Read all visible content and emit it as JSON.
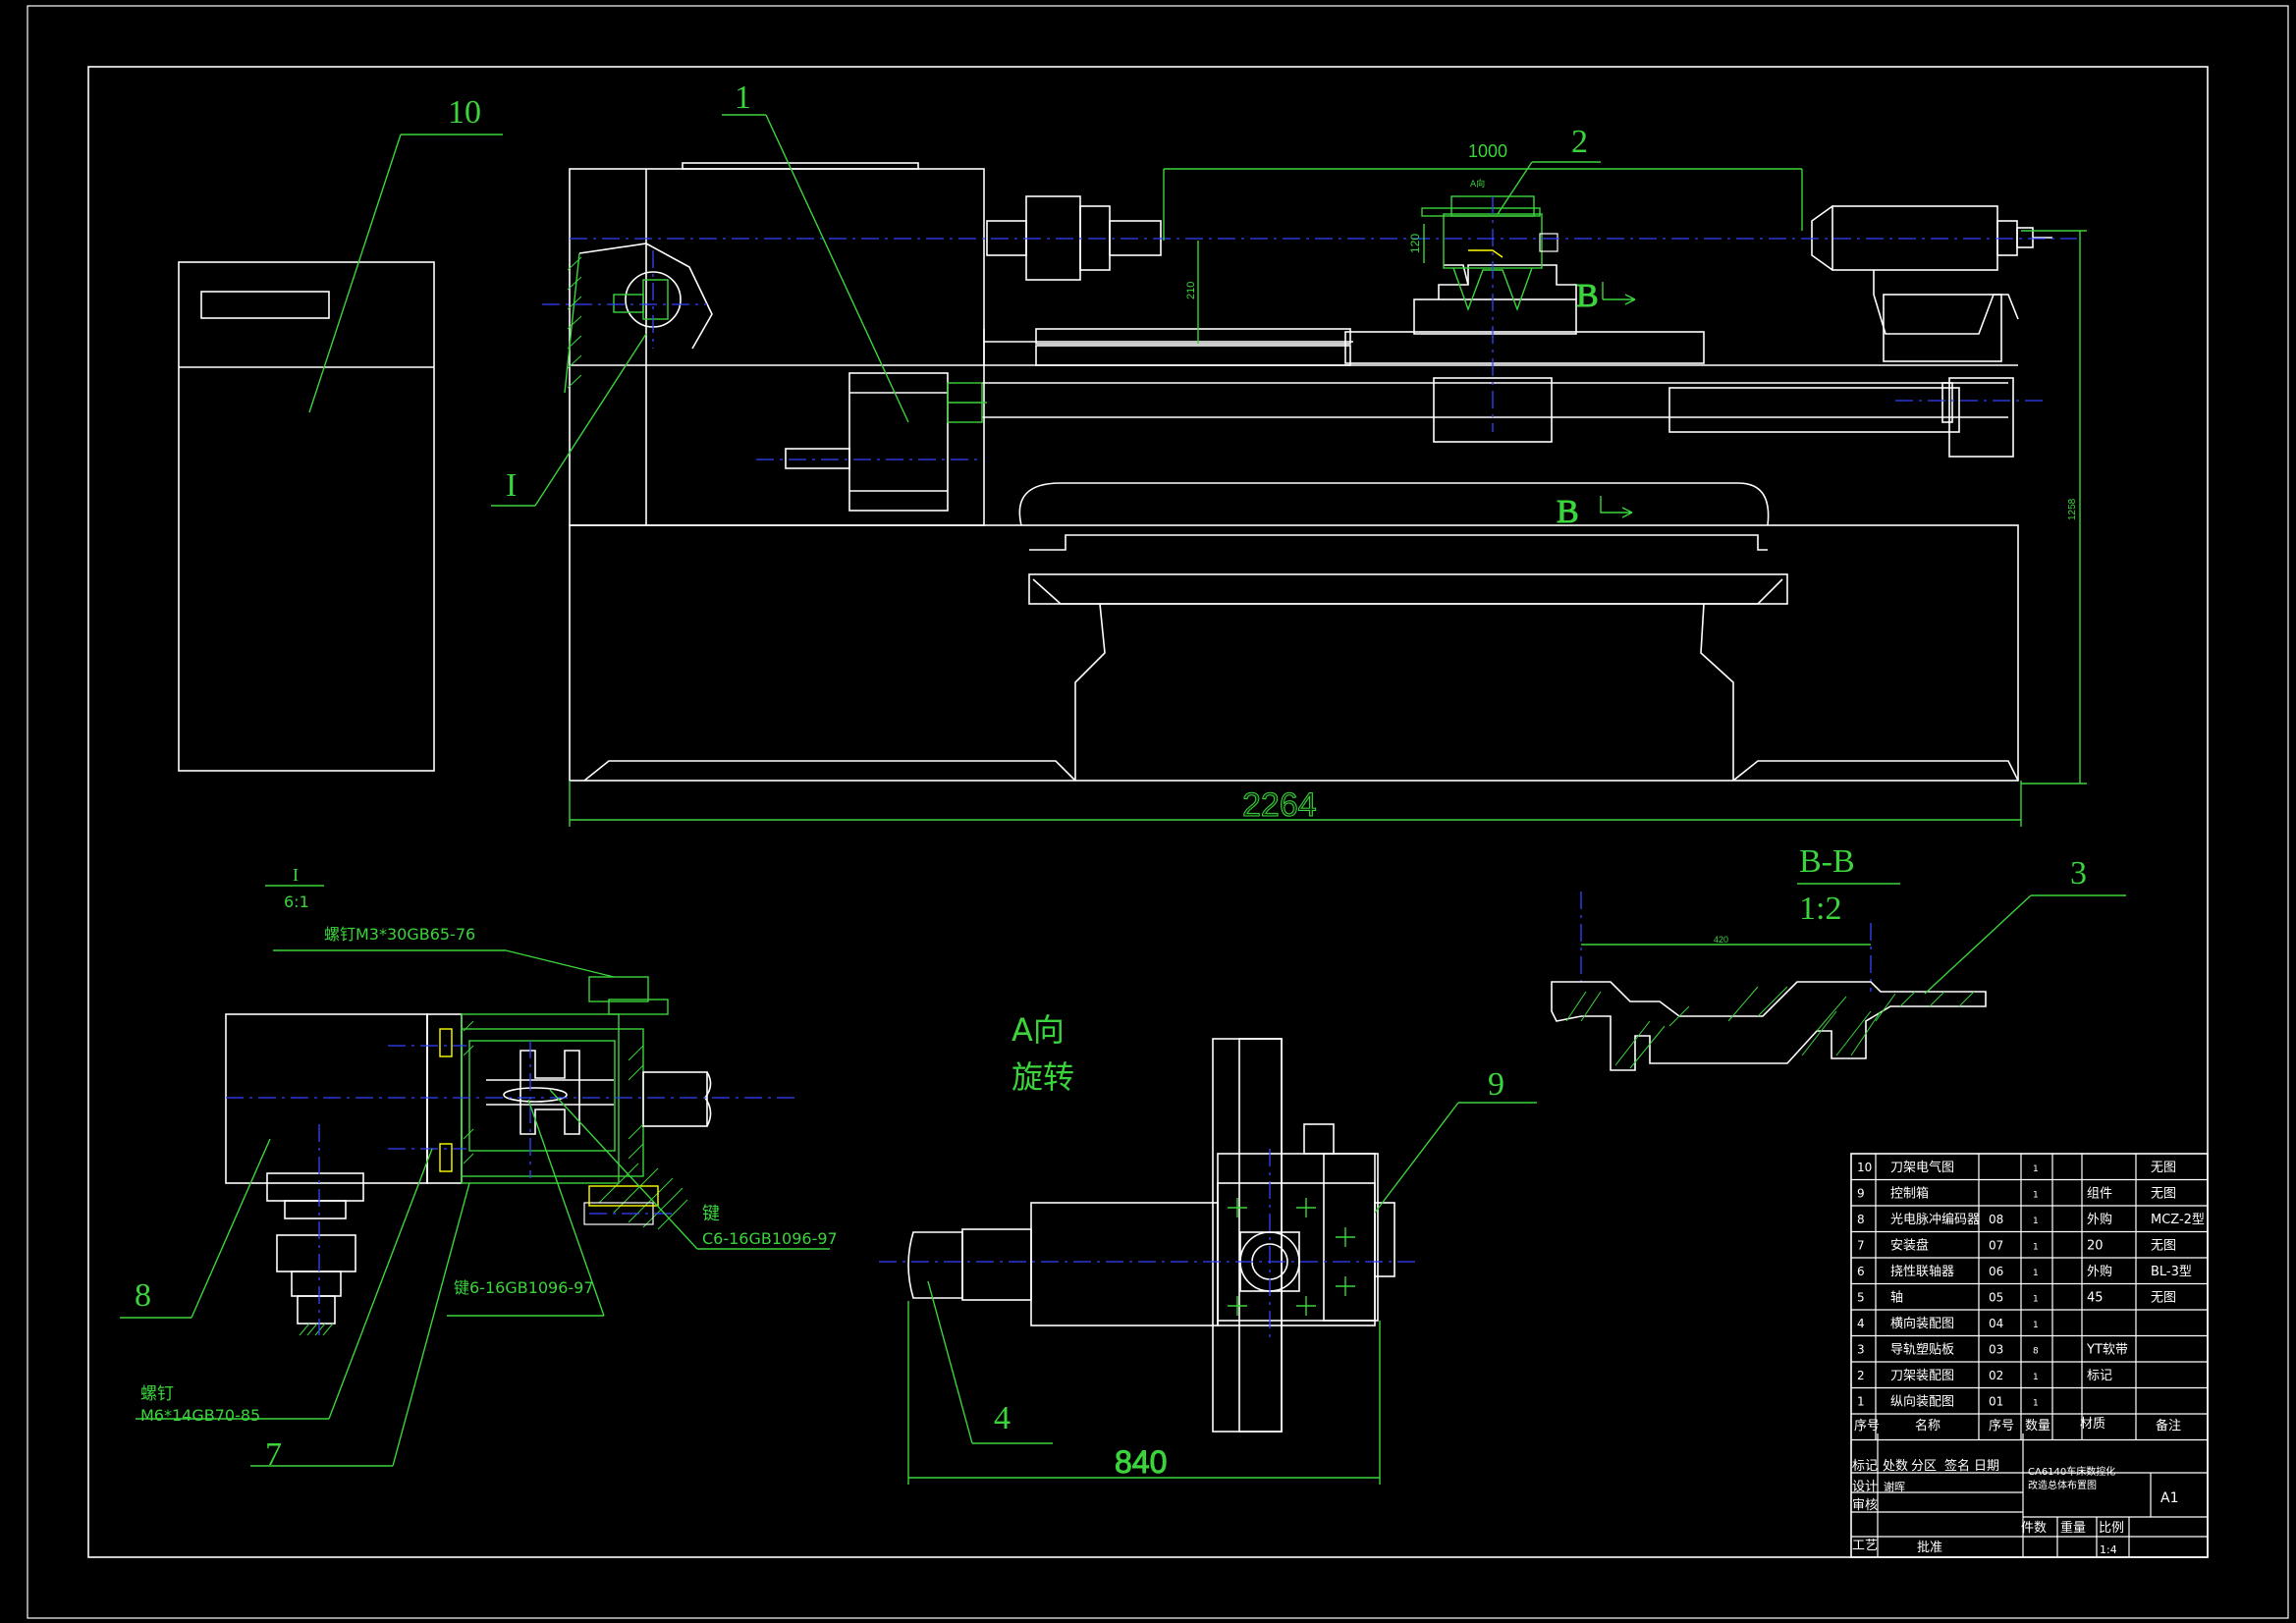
{
  "drawing": {
    "callouts": [
      "1",
      "2",
      "3",
      "4",
      "7",
      "8",
      "9",
      "10"
    ],
    "detail_mark": "I",
    "detail_view": {
      "label": "I",
      "scale": "6:1"
    },
    "section_mark_top": "B",
    "section_mark_bottom": "B",
    "section_view": {
      "label": "B-B",
      "scale": "1:2",
      "dim": "420"
    },
    "view_note": [
      "A向",
      "旋转"
    ],
    "marker_a": "A向",
    "dimensions": {
      "overall_length": "2264",
      "center_distance": "1000",
      "toolpost_height": "120",
      "center_height": "210",
      "overall_height": "1258",
      "toolpost_length": "840"
    },
    "annotations": {
      "screw_top": "螺钉M3*30GB65-76",
      "key_right_1": "键",
      "key_right_2": "C6-16GB1096-97",
      "key_bottom": "键6-16GB1096-97",
      "screw_bottom_1": "螺钉",
      "screw_bottom_2": "M6*14GB70-85"
    }
  },
  "title_block": {
    "parts": [
      {
        "no": "10",
        "name": "刀架电气图",
        "code": "",
        "qty": "1",
        "material": "",
        "note": "无图"
      },
      {
        "no": "9",
        "name": "控制箱",
        "code": "",
        "qty": "1",
        "material": "组件",
        "note": "无图"
      },
      {
        "no": "8",
        "name": "光电脉冲编码器",
        "code": "08",
        "qty": "1",
        "material": "外购",
        "note": "MCZ-2型"
      },
      {
        "no": "7",
        "name": "安装盘",
        "code": "07",
        "qty": "1",
        "material": "20",
        "note": "无图"
      },
      {
        "no": "6",
        "name": "挠性联轴器",
        "code": "06",
        "qty": "1",
        "material": "外购",
        "note": "BL-3型"
      },
      {
        "no": "5",
        "name": "轴",
        "code": "05",
        "qty": "1",
        "material": "45",
        "note": "无图"
      },
      {
        "no": "4",
        "name": "横向装配图",
        "code": "04",
        "qty": "1",
        "material": "",
        "note": ""
      },
      {
        "no": "3",
        "name": "导轨塑贴板",
        "code": "03",
        "qty": "8",
        "material": "YT软带",
        "note": ""
      },
      {
        "no": "2",
        "name": "刀架装配图",
        "code": "02",
        "qty": "1",
        "material": "标记",
        "note": ""
      },
      {
        "no": "1",
        "name": "纵向装配图",
        "code": "01",
        "qty": "1",
        "material": "",
        "note": ""
      }
    ],
    "headers": {
      "no": "序号",
      "name": "名称",
      "code": "序号",
      "qty": "数量",
      "material": "材质",
      "note": "备注"
    },
    "revision": [
      "标记",
      "处数",
      "分区",
      "签名",
      "日期"
    ],
    "roles": {
      "design": "设计",
      "designer": "谢晖",
      "review": "审核",
      "process": "工艺",
      "approve": "批准"
    },
    "drawing_title_1": "CA6140车床数控化",
    "drawing_title_2": "改造总体布置图",
    "sheet_size": "A1",
    "meta": {
      "count": "件数",
      "weight": "重量",
      "scale_label": "比例",
      "scale": "1:4"
    }
  },
  "colors": {
    "background": "#000000",
    "outline": "#ffffff",
    "annotation": "#3cd43c",
    "centerline": "#3344ff",
    "accent": "#ffff00"
  }
}
